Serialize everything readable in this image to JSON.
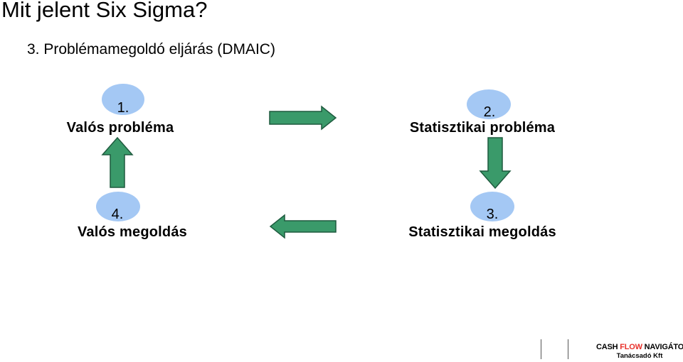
{
  "title": "Mit jelent Six Sigma?",
  "subtitle": "3. Problémamegoldó eljárás (DMAIC)",
  "nodes": [
    {
      "number": "1.",
      "label": "Valós probléma"
    },
    {
      "number": "2.",
      "label": "Statisztikai probléma"
    },
    {
      "number": "3.",
      "label": "Statisztikai megoldás"
    },
    {
      "number": "4.",
      "label": "Valós megoldás"
    }
  ],
  "colors": {
    "arrow_fill": "#3a9a6a",
    "arrow_stroke": "#1e5a3e",
    "circle_fill": "#a4c8f4",
    "logo_accent": "#e8302a"
  },
  "logo": {
    "part1": "CASH ",
    "part2": "FLOW",
    "part3": " NAVIGÁTOR",
    "tagline": "Tanácsadó Kft"
  }
}
